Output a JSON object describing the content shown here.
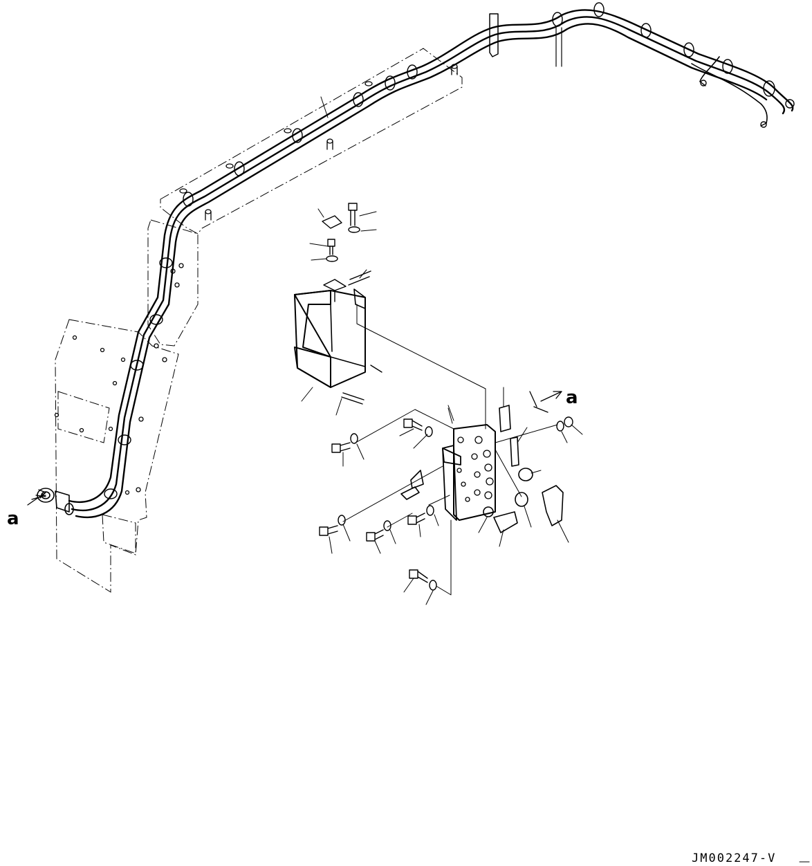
{
  "drawing": {
    "code": "JM002247-V",
    "callouts": {
      "connector_left": "a",
      "connector_right": "a"
    }
  }
}
